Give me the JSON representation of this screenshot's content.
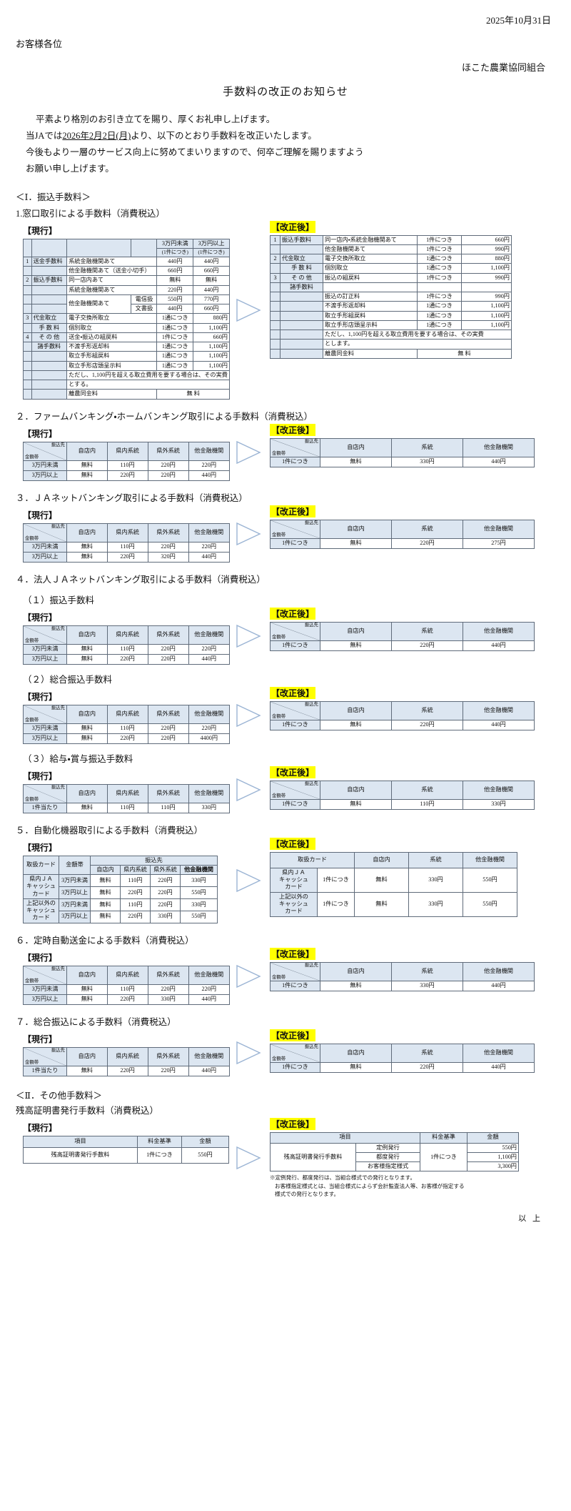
{
  "header": {
    "date": "2025年10月31日",
    "addressee": "お客様各位",
    "organization": "ほこた農業協同組合",
    "title": "手数料の改正のお知らせ",
    "para1": "平素より格別のお引き立てを賜り、厚くお礼申し上げます。",
    "para2_pre": "当JAでは",
    "para2_date": "2026年2月2日(月)",
    "para2_post": "より、以下のとおり手数料を改正いたします。",
    "para3": "今後もより一層のサービス向上に努めてまいりますので、何卒ご理解を賜りますよう",
    "para4": "お願い申し上げます。"
  },
  "labels": {
    "genko": "【現行】",
    "kaisei": "【改正後】",
    "furikomisaki": "振込先",
    "kingakutai": "金額帯",
    "end": "以 上"
  },
  "sections": {
    "part1_title": "＜Ⅰ．振込手数料＞",
    "s1_title": "1.窓口取引による手数料（消費税込）",
    "s2_title": "２．ファームバンキング・ホームバンキング取引による手数料（消費税込）",
    "s3_title": "３．ＪＡネットバンキング取引による手数料（消費税込）",
    "s4_title": "４．法人ＪＡネットバンキング取引による手数料（消費税込）",
    "s4_1_title": "（１）振込手数料",
    "s4_2_title": "（２）総合振込手数料",
    "s4_3_title": "（３）給与・賞与振込手数料",
    "s5_title": "５．自動化機器取引による手数料（消費税込）",
    "s6_title": "６．定時自動送金による手数料（消費税込）",
    "s7_title": "７．総合振込による手数料（消費税込）",
    "part2_title": "＜Ⅱ．その他手数料＞",
    "s8_title": "残高証明書発行手数料（消費税込）"
  },
  "table1_current": {
    "col_h1": "3万円未満",
    "col_h1b": "(1件につき)",
    "col_h2": "3万円以上",
    "col_h2b": "(1件につき)",
    "rows": [
      {
        "no": "1",
        "cat": "送金手数料",
        "item": "系統金融機関あて",
        "sub": "",
        "v1": "440円",
        "v2": "440円"
      },
      {
        "no": "",
        "cat": "",
        "item": "他金融機関あて（送金小切手）",
        "sub": "",
        "v1": "660円",
        "v2": "660円"
      },
      {
        "no": "2",
        "cat": "振込手数料",
        "item": "同一店内あて",
        "sub": "",
        "v1": "無料",
        "v2": "無料"
      },
      {
        "no": "",
        "cat": "",
        "item": "系統金融機関あて",
        "sub": "",
        "v1": "220円",
        "v2": "440円"
      },
      {
        "no": "",
        "cat": "",
        "item": "他金融機関あて",
        "sub": "電信扱",
        "v1": "550円",
        "v2": "770円"
      },
      {
        "no": "",
        "cat": "",
        "item": "",
        "sub": "文書扱",
        "v1": "440円",
        "v2": "660円"
      }
    ],
    "rows2": [
      {
        "no": "3",
        "cat": "代金取立",
        "cat2": "手 数 料",
        "item": "電子交換所取立",
        "unit": "1通につき",
        "amt": "880円"
      },
      {
        "no": "",
        "cat": "",
        "cat2": "",
        "item": "個別取立",
        "unit": "1通につき",
        "amt": "1,100円"
      },
      {
        "no": "4",
        "cat": "そ の 他",
        "cat2": "諸手数料",
        "item": "送金・振込の組戻料",
        "unit": "1件につき",
        "amt": "660円"
      },
      {
        "no": "",
        "cat": "",
        "cat2": "",
        "item": "不渡手形返却料",
        "unit": "1通につき",
        "amt": "1,100円"
      },
      {
        "no": "",
        "cat": "",
        "cat2": "",
        "item": "取立手形組戻料",
        "unit": "1通につき",
        "amt": "1,100円"
      },
      {
        "no": "",
        "cat": "",
        "cat2": "",
        "item": "取立手形店頭呈示料",
        "unit": "1通につき",
        "amt": "1,100円"
      }
    ],
    "note": "ただし、1,100円を超える取立費用を要する場合は、その実費",
    "note2": "とする。",
    "last_item": "離農同金料",
    "last_val": "無 料"
  },
  "table1_revised": {
    "rows": [
      {
        "no": "1",
        "cat": "振込手数料",
        "item": "同一店内・系統金融機関あて",
        "unit": "1件につき",
        "amt": "660円"
      },
      {
        "no": "",
        "cat": "",
        "item": "他金融機関あて",
        "unit": "1件につき",
        "amt": "990円"
      },
      {
        "no": "2",
        "cat": "代金取立",
        "cat2": "手 数 料",
        "item": "電子交換所取立",
        "unit": "1通につき",
        "amt": "880円"
      },
      {
        "no": "",
        "cat": "",
        "item": "個別取立",
        "unit": "1通につき",
        "amt": "1,100円"
      },
      {
        "no": "3",
        "cat": "そ の 他",
        "cat2": "諸手数料",
        "item": "振込の組戻料",
        "unit": "1件につき",
        "amt": "990円"
      },
      {
        "no": "",
        "cat": "",
        "item": "振込の訂正料",
        "unit": "1件につき",
        "amt": "990円"
      },
      {
        "no": "",
        "cat": "",
        "item": "不渡手形返却料",
        "unit": "1通につき",
        "amt": "1,100円"
      },
      {
        "no": "",
        "cat": "",
        "item": "取立手形組戻料",
        "unit": "1通につき",
        "amt": "1,100円"
      },
      {
        "no": "",
        "cat": "",
        "item": "取立手形店頭呈示料",
        "unit": "1通につき",
        "amt": "1,100円"
      }
    ],
    "note": "ただし、1,100円を超える取立費用を要する場合は、その実費",
    "note2": "とします。",
    "last_item": "離農同金料",
    "last_val": "無  料"
  },
  "grid_current": {
    "headers": [
      "自店内",
      "県内系統",
      "県外系統",
      "他金融機関"
    ],
    "row_label_h": "金額帯"
  },
  "grid_revised": {
    "headers": [
      "自店内",
      "系統",
      "他金融機関"
    ]
  },
  "t2": {
    "current": {
      "rows": [
        {
          "label": "3万円未満",
          "vals": [
            "無料",
            "110円",
            "220円",
            "220円"
          ]
        },
        {
          "label": "3万円以上",
          "vals": [
            "無料",
            "220円",
            "220円",
            "440円"
          ]
        }
      ]
    },
    "revised": {
      "rows": [
        {
          "label": "1件につき",
          "vals": [
            "無料",
            "330円",
            "440円"
          ]
        }
      ]
    }
  },
  "t3": {
    "current": {
      "rows": [
        {
          "label": "3万円未満",
          "vals": [
            "無料",
            "110円",
            "220円",
            "220円"
          ]
        },
        {
          "label": "3万円以上",
          "vals": [
            "無料",
            "220円",
            "320円",
            "440円"
          ]
        }
      ]
    },
    "revised": {
      "rows": [
        {
          "label": "1件につき",
          "vals": [
            "無料",
            "220円",
            "275円"
          ]
        }
      ]
    }
  },
  "t4_1": {
    "current": {
      "rows": [
        {
          "label": "3万円未満",
          "vals": [
            "無料",
            "110円",
            "220円",
            "220円"
          ]
        },
        {
          "label": "3万円以上",
          "vals": [
            "無料",
            "220円",
            "220円",
            "440円"
          ]
        }
      ]
    },
    "revised": {
      "rows": [
        {
          "label": "1件につき",
          "vals": [
            "無料",
            "220円",
            "440円"
          ]
        }
      ]
    }
  },
  "t4_2": {
    "current": {
      "rows": [
        {
          "label": "3万円未満",
          "vals": [
            "無料",
            "110円",
            "220円",
            "220円"
          ]
        },
        {
          "label": "3万円以上",
          "vals": [
            "無料",
            "220円",
            "220円",
            "4400円"
          ]
        }
      ]
    },
    "revised": {
      "rows": [
        {
          "label": "1件につき",
          "vals": [
            "無料",
            "220円",
            "440円"
          ]
        }
      ]
    }
  },
  "t4_3": {
    "current": {
      "rows": [
        {
          "label": "1件当たり",
          "vals": [
            "無料",
            "110円",
            "110円",
            "330円"
          ]
        }
      ]
    },
    "revised": {
      "rows": [
        {
          "label": "1件につき",
          "vals": [
            "無料",
            "110円",
            "330円"
          ]
        }
      ]
    }
  },
  "t5": {
    "current": {
      "h_card": "取扱カード",
      "h_amount": "金額帯",
      "h_dest": "振込先",
      "headers": [
        "自店内",
        "県内系統",
        "県外系統",
        "他金融機関"
      ],
      "groups": [
        {
          "card": "県内ＪＡ\nキャッシュ\nカード",
          "rows": [
            {
              "label": "3万円未満",
              "vals": [
                "無料",
                "110円",
                "220円",
                "330円"
              ]
            },
            {
              "label": "3万円以上",
              "vals": [
                "無料",
                "220円",
                "220円",
                "550円"
              ]
            }
          ]
        },
        {
          "card": "上記以外の\nキャッシュ\nカード",
          "rows": [
            {
              "label": "3万円未満",
              "vals": [
                "無料",
                "110円",
                "220円",
                "330円"
              ]
            },
            {
              "label": "3万円以上",
              "vals": [
                "無料",
                "220円",
                "330円",
                "550円"
              ]
            }
          ]
        }
      ]
    },
    "revised": {
      "h_card": "取扱カード",
      "headers": [
        "自店内",
        "系統",
        "他金融機関"
      ],
      "groups": [
        {
          "card": "県内ＪＡ\nキャッシュ\nカード",
          "unit": "1件につき",
          "vals": [
            "無料",
            "330円",
            "550円"
          ]
        },
        {
          "card": "上記以外の\nキャッシュ\nカード",
          "unit": "1件につき",
          "vals": [
            "無料",
            "330円",
            "550円"
          ]
        }
      ]
    }
  },
  "t6": {
    "current": {
      "rows": [
        {
          "label": "3万円未満",
          "vals": [
            "無料",
            "110円",
            "220円",
            "220円"
          ]
        },
        {
          "label": "3万円以上",
          "vals": [
            "無料",
            "220円",
            "330円",
            "440円"
          ]
        }
      ]
    },
    "revised": {
      "rows": [
        {
          "label": "1件につき",
          "vals": [
            "無料",
            "330円",
            "440円"
          ]
        }
      ]
    }
  },
  "t7": {
    "current": {
      "rows": [
        {
          "label": "1件当たり",
          "vals": [
            "無料",
            "220円",
            "220円",
            "440円"
          ]
        }
      ]
    },
    "revised": {
      "rows": [
        {
          "label": "1件につき",
          "vals": [
            "無料",
            "220円",
            "440円"
          ]
        }
      ]
    }
  },
  "t8": {
    "current": {
      "headers": [
        "項目",
        "料金基準",
        "金額"
      ],
      "rows": [
        {
          "item": "残高証明書発行手数料",
          "unit": "1件につき",
          "amt": "550円"
        }
      ]
    },
    "revised": {
      "headers": [
        "項目",
        "料金基準",
        "金額"
      ],
      "item": "残高証明書発行手数料",
      "unit": "1件につき",
      "rows": [
        {
          "kind": "定例発行",
          "amt": "550円"
        },
        {
          "kind": "都度発行",
          "amt": "1,100円"
        },
        {
          "kind": "お客様指定様式",
          "amt": "3,300円"
        }
      ],
      "footnotes": [
        "※定例発行、都度発行は、当組合様式での発行となります。",
        "お客様指定様式とは、当組合様式によらず会計監査法人等、お客様が指定する",
        "様式での発行となります。"
      ]
    }
  }
}
